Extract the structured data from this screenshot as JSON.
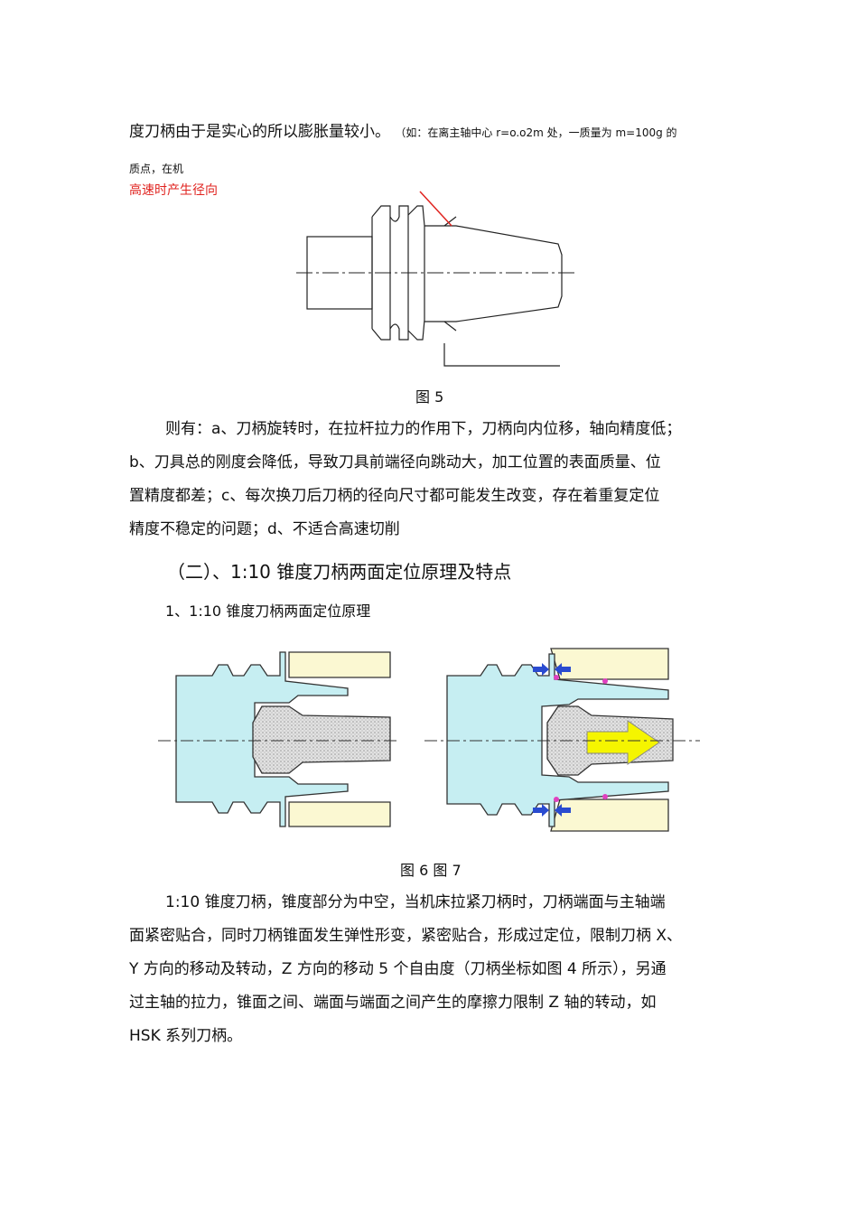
{
  "intro": {
    "line1_main": "度刀柄由于是实心的所以膨胀量较小。",
    "line1_note": "（如：在离主轴中心 r=o.o2m 处，一质量为 m=100g 的",
    "line2": "质点，在机",
    "red_text": "高速时产生径向"
  },
  "figure5": {
    "caption": "图 5"
  },
  "paragraph1": {
    "lines": [
      "则有：a、刀柄旋转时，在拉杆拉力的作用下，刀柄向内位移，轴向精度低；",
      "b、刀具总的刚度会降低，导致刀具前端径向跳动大，加工位置的表面质量、位",
      "置精度都差；c、每次换刀后刀柄的径向尺寸都可能发生改变，存在着重复定位",
      "精度不稳定的问题；d、不适合高速切削"
    ]
  },
  "section": {
    "heading": "（二）、1:10 锥度刀柄两面定位原理及特点"
  },
  "subsection": {
    "heading": "1、1:10 锥度刀柄两面定位原理"
  },
  "figure67": {
    "caption": "图 6 图 7"
  },
  "paragraph2": {
    "lines": [
      "1:10 锥度刀柄，锥度部分为中空，当机床拉紧刀柄时，刀柄端面与主轴端",
      "面紧密贴合，同时刀柄锥面发生弹性形变，紧密贴合，形成过定位，限制刀柄 X、",
      "Y 方向的移动及转动，Z 方向的移动 5 个自由度（刀柄坐标如图 4 所示），另通",
      "过主轴的拉力，锥面之间、端面与端面之间产生的摩擦力限制 Z 轴的转动，如",
      "HSK 系列刀柄。"
    ]
  },
  "colors": {
    "red_text": "#e0231f",
    "toolholder_fill": "#c6eef2",
    "spindle_fill": "#fbf8d2",
    "arrow_yellow": "#f5f500",
    "arrow_blue": "#2a4bd0",
    "contact_point": "#e040c0"
  }
}
